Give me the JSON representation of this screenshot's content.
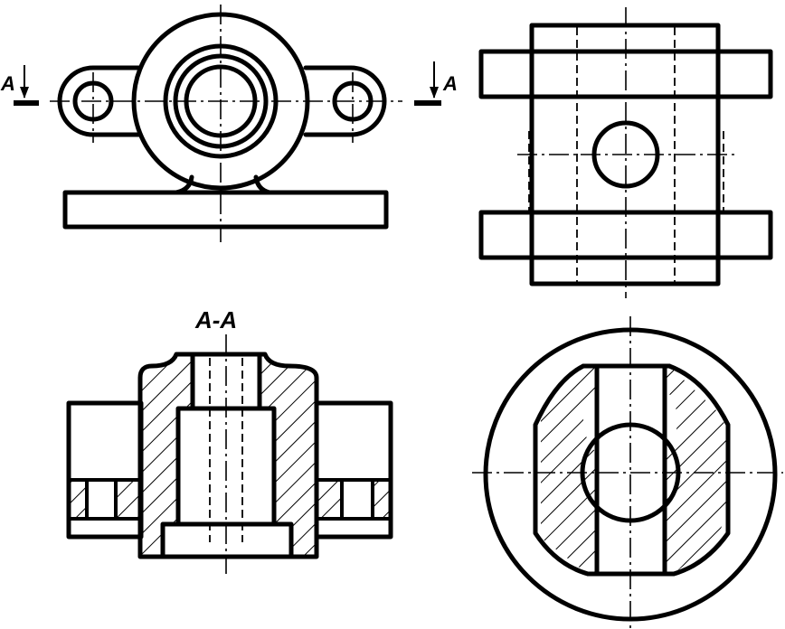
{
  "labels": {
    "section_title": "A-A",
    "cut_left": "A",
    "cut_right": "A"
  },
  "colors": {
    "ink": "#000000",
    "paper": "#ffffff"
  }
}
